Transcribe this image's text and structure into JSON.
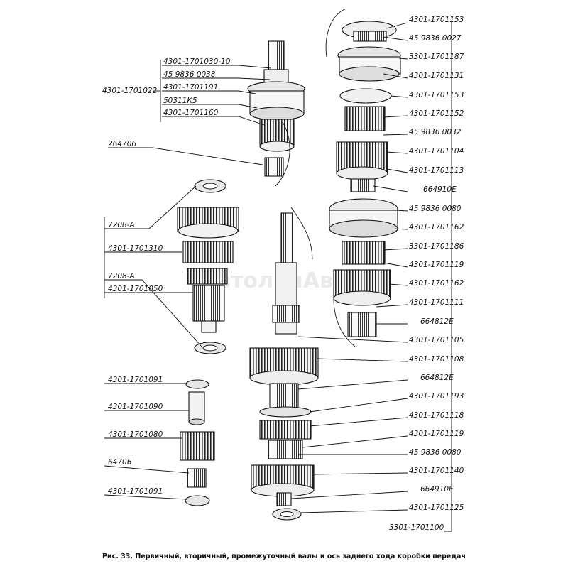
{
  "watermark": "АвтолинАвто",
  "caption": "Рис. 33. Первичный, вторичный, промежуточный валы и ось заднего хода коробки передач",
  "groups": {
    "primary_shaft": "4301-1701022",
    "secondary_shaft": "3301-1701100"
  },
  "labels": {
    "l01": "4301-1701030-10",
    "l02": "45 9836 0038",
    "l03": "4301-1701191",
    "l04": "50311К5",
    "l05": "4301-1701160",
    "l06": "264706",
    "l07": "7208-А",
    "l08": "4301-1701310",
    "l09": "7208-А",
    "l10": "4301-1701050",
    "l11": "4301-1701091",
    "l12": "4301-1701090",
    "l13": "4301-1701080",
    "l14": "64706",
    "l15": "4301-1701091",
    "r01": "4301-1701153",
    "r02": "45 9836 0027",
    "r03": "3301-1701187",
    "r04": "4301-1701131",
    "r05": "4301-1701153",
    "r06": "4301-1701152",
    "r07": "45 9836 0032",
    "r08": "4301-1701104",
    "r09": "4301-1701113",
    "r10": "664910Е",
    "r11": "45 9836 0080",
    "r12": "4301-1701162",
    "r13": "3301-1701186",
    "r14": "4301-1701119",
    "r15": "4301-1701162",
    "r16": "4301-1701111",
    "r17": "664812Е",
    "r18": "4301-1701105",
    "r19": "4301-1701108",
    "r20": "664812Е",
    "r21": "4301-1701193",
    "r22": "4301-1701118",
    "r23": "4301-1701119",
    "r24": "45 9836 0080",
    "r25": "4301-1701140",
    "r26": "664910Е",
    "r27": "4301-1701125"
  }
}
